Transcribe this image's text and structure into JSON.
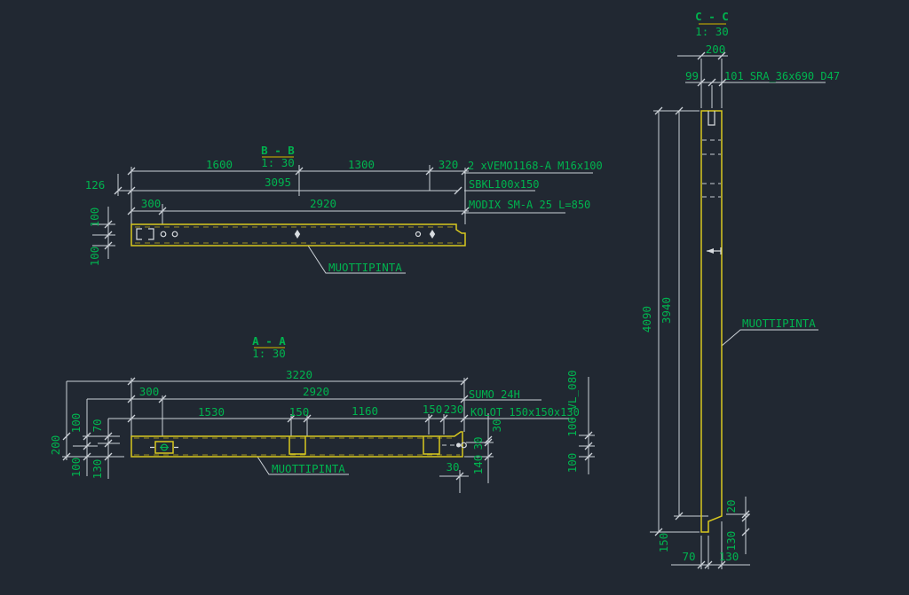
{
  "colors": {
    "background": "#212832",
    "line": "#ccd2d8",
    "text": "#00b44f",
    "shape": "#d7c71f",
    "underline": "#8a7b12"
  },
  "views": {
    "bb": {
      "title": "B - B",
      "scale": "1: 30",
      "dims": {
        "d1600": "1600",
        "d1300": "1300",
        "d320": "320",
        "d126": "126",
        "d3095": "3095",
        "d300": "300",
        "d2920": "2920",
        "v100a": "100",
        "v100b": "100"
      },
      "notes": {
        "vemo": "2 xVEMO1168-A M16x100",
        "sbkl": "SBKL100x150",
        "modix": "MODIX SM-A 25 L=850",
        "surface": "MUOTTIPINTA"
      }
    },
    "aa": {
      "title": "A - A",
      "scale": "1: 30",
      "dims": {
        "d3220": "3220",
        "d300": "300",
        "d2920": "2920",
        "d1530": "1530",
        "d150a": "150",
        "d1160": "1160",
        "d150b": "150",
        "d230": "230",
        "v200": "200",
        "v100a": "100",
        "v100b": "100",
        "v70": "70",
        "v130": "130",
        "r30a": "30",
        "r30b": "30",
        "r140": "140",
        "b30": "30",
        "far100vl": "100 VL_080",
        "far100": "100"
      },
      "notes": {
        "sumo": "SUMO 24H",
        "kolot": "KOLOT 150x150x130",
        "surface": "MUOTTIPINTA"
      }
    },
    "cc": {
      "title": "C - C",
      "scale": "1: 30",
      "dims": {
        "d200": "200",
        "d99": "99",
        "v4090": "4090",
        "v3940": "3940",
        "v150": "150",
        "v20": "20",
        "v130": "130",
        "b70": "70",
        "b130": "130"
      },
      "notes": {
        "sra": "101 SRA_36x690 D47",
        "surface": "MUOTTIPINTA"
      }
    }
  }
}
